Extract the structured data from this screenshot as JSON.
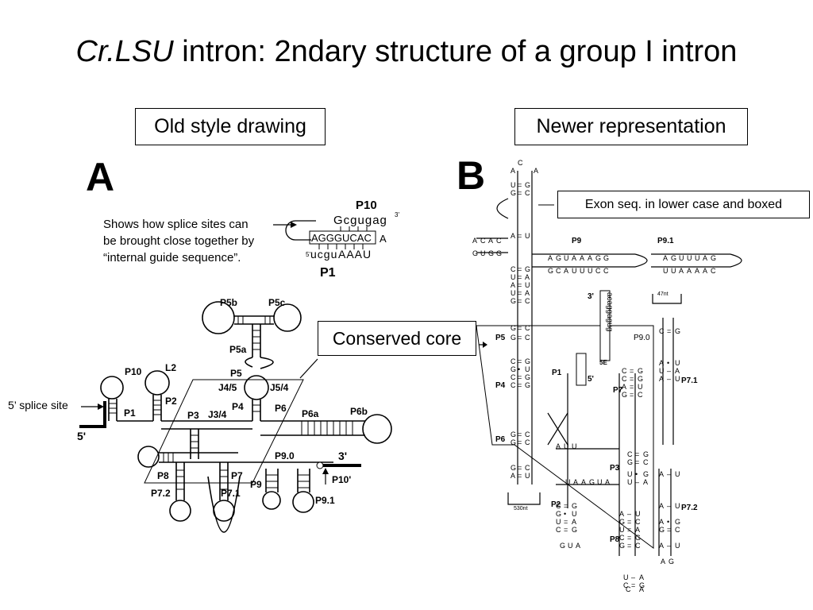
{
  "slide": {
    "title_italic": "Cr.LSU",
    "title_rest": " intron: 2ndary structure of a group I intron"
  },
  "panels": {
    "left_label": "Old style drawing",
    "right_label": "Newer representation",
    "left_letter": "A",
    "right_letter": "B"
  },
  "annotations": {
    "splice_sites_note": [
      "Shows how splice sites can",
      "be brought close together by",
      "“internal guide sequence”."
    ],
    "conserved_core": "Conserved core",
    "five_prime_splice_site": "5’ splice site",
    "exon_note": "Exon seq. in lower case and boxed"
  },
  "diagram_a": {
    "p10_label": "P10",
    "p10_top_seq": "Gcgugag",
    "three_prime_mark": "3'",
    "igs_seq": "AGGGUCAC",
    "igs_tail": "A",
    "p1_bottom_seq": "ucgu",
    "p1_bottom_tail": "AAAU",
    "five_prime_mark": "5'",
    "p1_label": "P1",
    "structure_labels": [
      "P5b",
      "P5c",
      "P5a",
      "P5",
      "J4/5",
      "J5/4",
      "P4",
      "P6",
      "P6a",
      "P6b",
      "J3/4",
      "P3",
      "P2",
      "L2",
      "P10",
      "P1",
      "P8",
      "P7",
      "P9",
      "P9.0",
      "P7.2",
      "P7.1",
      "P9.1",
      "P10'"
    ],
    "five_prime_end": "5'",
    "three_prime_end": "3'"
  },
  "diagram_b": {
    "region_labels": [
      "P9",
      "P9.1",
      "P9.0",
      "P5",
      "P4",
      "P6",
      "P1",
      "P7",
      "P7.1",
      "P3",
      "P2",
      "P8",
      "P7.2",
      "5E",
      "47nt",
      "530nt"
    ],
    "exon_seq": "acaggagug",
    "three_prime_mark": "3'",
    "five_prime_mark": "5'"
  }
}
